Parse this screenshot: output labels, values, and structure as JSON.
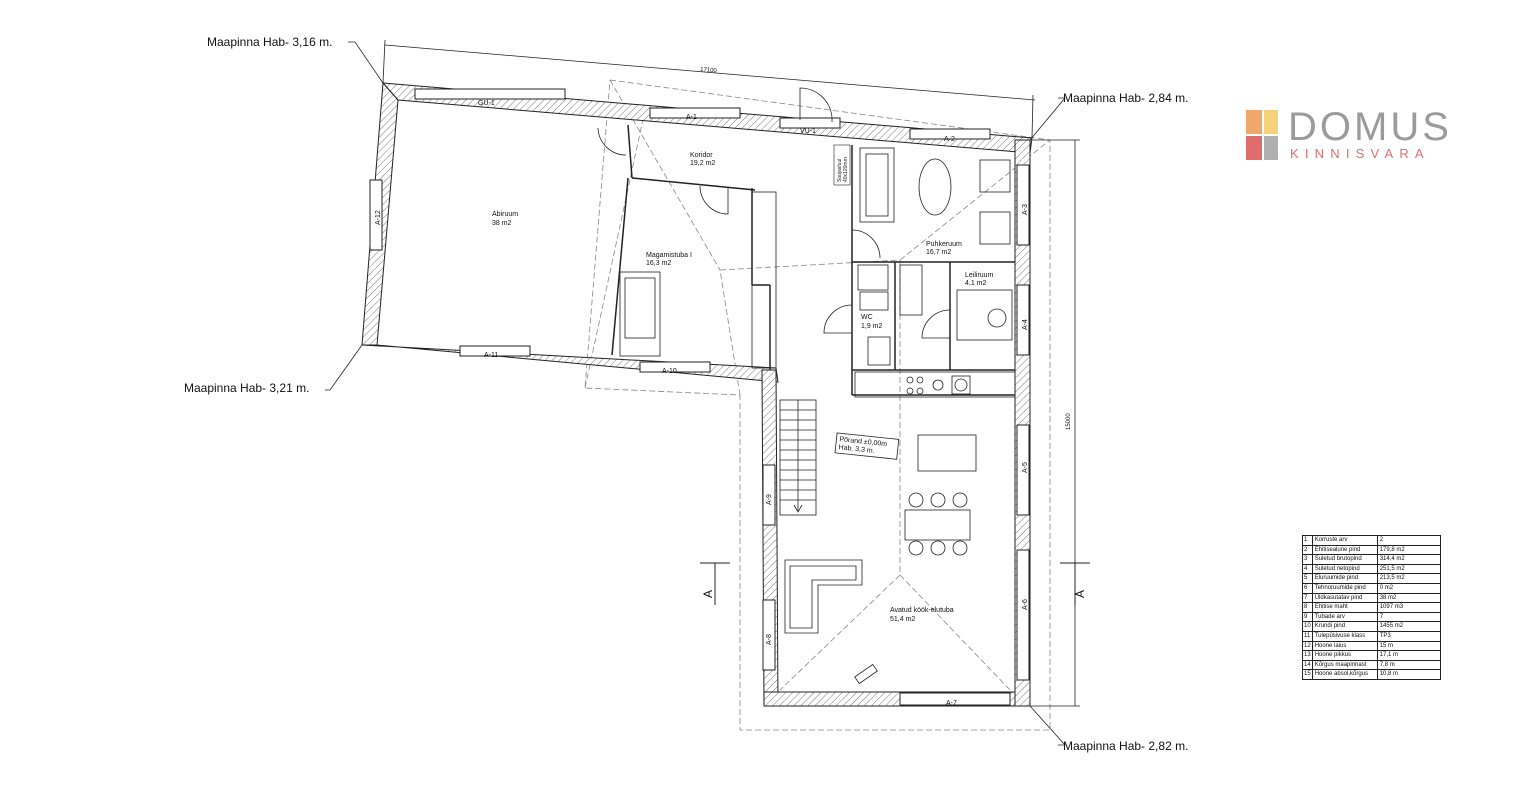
{
  "elevations": {
    "top_left": "Maapinna Hab- 3,16 m.",
    "top_right": "Maapinna Hab- 2,84 m.",
    "bottom_left": "Maapinna Hab- 3,21 m.",
    "bottom_right": "Maapinna Hab- 2,82 m."
  },
  "dimensions": {
    "width": "17100",
    "depth": "15000"
  },
  "rooms": {
    "abiruum": {
      "name": "Abiruum",
      "area": "38 m2"
    },
    "koridor": {
      "name": "Koridor",
      "area": "19,2 m2"
    },
    "magamistuba": {
      "name": "Magamistuba I",
      "area": "16,3 m2"
    },
    "puhkeruum": {
      "name": "Puhkeruum",
      "area": "16,7 m2"
    },
    "leiliruum": {
      "name": "Leiliruum",
      "area": "4,1 m2"
    },
    "wc": {
      "name": "WC",
      "area": "1,9 m2"
    },
    "avatud": {
      "name": "Avatud köök-elutuba",
      "area": "51,4 m2"
    }
  },
  "floor_level": {
    "line1": "Põrand ±0,00m",
    "line2": "Hab. 3,3 m."
  },
  "ventilation": {
    "line1": "Soojasfuul",
    "line2": "40x120mm"
  },
  "windows": [
    "GU-1",
    "A-1",
    "VU-1",
    "A-2",
    "A-3",
    "A-4",
    "A-5",
    "A-6",
    "A-7",
    "A-8",
    "A-9",
    "A-10",
    "A-11",
    "A-12"
  ],
  "section_marker": "A",
  "logo": {
    "name": "DOMUS",
    "sub": "KINNISVARA",
    "colors": [
      "#f0a86a",
      "#f5d27a",
      "#e06d6d",
      "#b0b0b0"
    ]
  },
  "summary_table": [
    {
      "n": "1",
      "key": "Korruste arv",
      "value": "2"
    },
    {
      "n": "2",
      "key": "Ehitisealune pind",
      "value": "179,8 m2"
    },
    {
      "n": "3",
      "key": "Suletud brutopind",
      "value": "314,4 m2"
    },
    {
      "n": "4",
      "key": "Suletud netopind",
      "value": "251,5 m2"
    },
    {
      "n": "5",
      "key": "Eluruumide pind",
      "value": "213,5 m2"
    },
    {
      "n": "6",
      "key": "Tehnoruumide pind",
      "value": "0 m2"
    },
    {
      "n": "7",
      "key": "Üldkasutatav pind",
      "value": "38 m2"
    },
    {
      "n": "8",
      "key": "Ehitise maht",
      "value": "1097 m3"
    },
    {
      "n": "9",
      "key": "Tubade arv",
      "value": "7"
    },
    {
      "n": "10",
      "key": "Krundi pind",
      "value": "1455 m2"
    },
    {
      "n": "11",
      "key": "Tulepüsivuse klass",
      "value": "TP3"
    },
    {
      "n": "12",
      "key": "Hoone laius",
      "value": "15 m"
    },
    {
      "n": "13",
      "key": "Hoone pikkus",
      "value": "17,1 m"
    },
    {
      "n": "14",
      "key": "Kõrgus maapinnast",
      "value": "7,8 m"
    },
    {
      "n": "15",
      "key": "Hoone absol.kõrgus",
      "value": "10,8 m"
    }
  ]
}
